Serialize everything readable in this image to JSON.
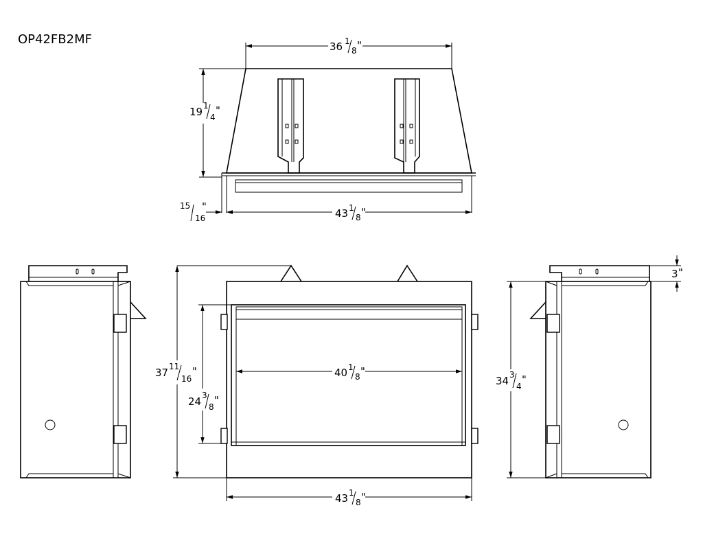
{
  "model": "OP42FB2MF",
  "dimensions": {
    "top_width": {
      "whole": "36",
      "num": "1",
      "den": "8",
      "unit": "\""
    },
    "top_depth": {
      "whole": "19",
      "num": "1",
      "den": "4",
      "unit": "\""
    },
    "top_offset": {
      "whole": "",
      "num": "15",
      "den": "16",
      "unit": "\""
    },
    "top_overall_width": {
      "whole": "43",
      "num": "1",
      "den": "8",
      "unit": "\""
    },
    "front_height": {
      "whole": "37",
      "num": "11",
      "den": "16",
      "unit": "\""
    },
    "front_opening_height": {
      "whole": "24",
      "num": "3",
      "den": "8",
      "unit": "\""
    },
    "front_opening_width": {
      "whole": "40",
      "num": "1",
      "den": "8",
      "unit": "\""
    },
    "front_width": {
      "whole": "43",
      "num": "1",
      "den": "8",
      "unit": "\""
    },
    "side_height": {
      "whole": "34",
      "num": "3",
      "den": "4",
      "unit": "\""
    },
    "side_top": {
      "whole": "3",
      "num": "",
      "den": "",
      "unit": "\""
    }
  }
}
